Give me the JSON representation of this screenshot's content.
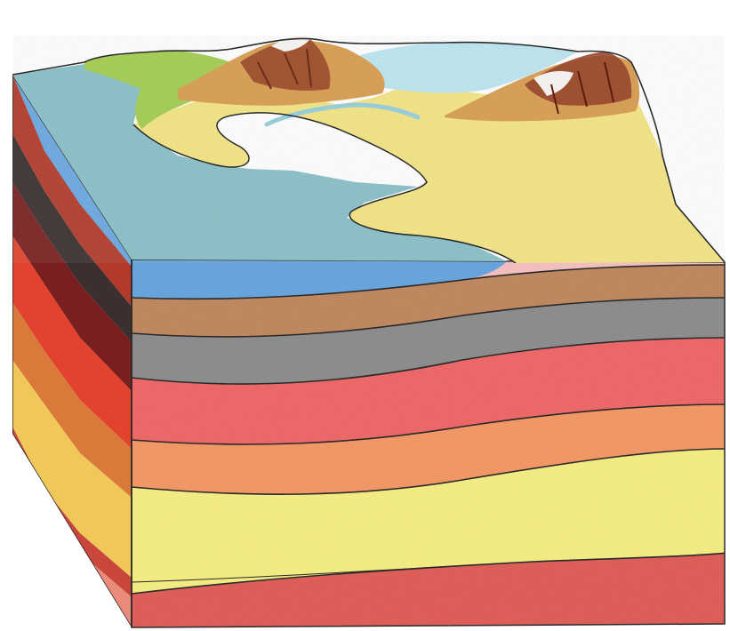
{
  "diagram": {
    "colors": {
      "background": "#ffffff",
      "outline": "#2a2a2a",
      "sea_top": "#8fc3c9",
      "sea_front": "#5f9ed9",
      "sand": "#f3e58a",
      "lowland_green": "#a8cf5a",
      "lake": "#bfe6f0",
      "mountain_brown": "#9a4a2e",
      "mountain_tan": "#d9a25a",
      "snow": "#f7f4f2",
      "side_dark": "#6b1f1f"
    },
    "layers": [
      {
        "name": "water",
        "color": "#6aa7e0"
      },
      {
        "name": "brown-shale",
        "color": "#c18a62"
      },
      {
        "name": "gray-limestone",
        "color": "#8f8f8f"
      },
      {
        "name": "red-sandstone",
        "color": "#f06a6a"
      },
      {
        "name": "orange-siltstone",
        "color": "#f59a68"
      },
      {
        "name": "yellow-sandstone",
        "color": "#f6ef86"
      },
      {
        "name": "thin-red",
        "color": "#e0605a"
      },
      {
        "name": "pink-base",
        "color": "#f6c1c1"
      }
    ],
    "features": [
      "sea",
      "beach",
      "river",
      "lake",
      "mountain-left",
      "mountain-right",
      "lowland"
    ]
  }
}
